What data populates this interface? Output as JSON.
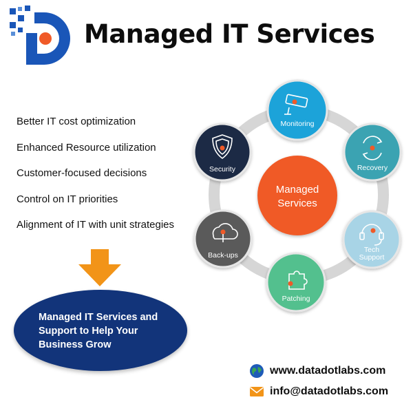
{
  "header": {
    "title": "Managed IT Services"
  },
  "benefits": [
    "Better IT cost optimization",
    "Enhanced Resource utilization",
    "Customer-focused decisions",
    "Control on IT priorities",
    "Alignment of IT with unit strategies"
  ],
  "cta": {
    "line1": "Managed IT Services and",
    "line2": "Support to Help Your",
    "line3": "Business Grow"
  },
  "diagram": {
    "center": {
      "line1": "Managed",
      "line2": "Services",
      "color": "#f05a28"
    },
    "nodes": [
      {
        "label": "Monitoring",
        "icon": "camera-icon",
        "color": "#1aa3d9"
      },
      {
        "label": "Recovery",
        "icon": "recovery-icon",
        "color": "#3aa3b2"
      },
      {
        "label_line1": "Tech",
        "label_line2": "Support",
        "icon": "headset-icon",
        "color": "#a8d4e6"
      },
      {
        "label": "Patching",
        "icon": "puzzle-icon",
        "color": "#52c08e"
      },
      {
        "label": "Back-ups",
        "icon": "cloud-upload-icon",
        "color": "#5a5a5a"
      },
      {
        "label": "Security",
        "icon": "shield-icon",
        "color": "#1c2b45"
      }
    ],
    "ring_color": "#cccccc"
  },
  "contacts": {
    "website": "www.datadotlabs.com",
    "email": "info@datadotlabs.com"
  },
  "colors": {
    "brand_blue": "#1a56b8",
    "accent_orange": "#f05a28",
    "arrow_orange": "#f29418",
    "cta_navy": "#12347a"
  }
}
